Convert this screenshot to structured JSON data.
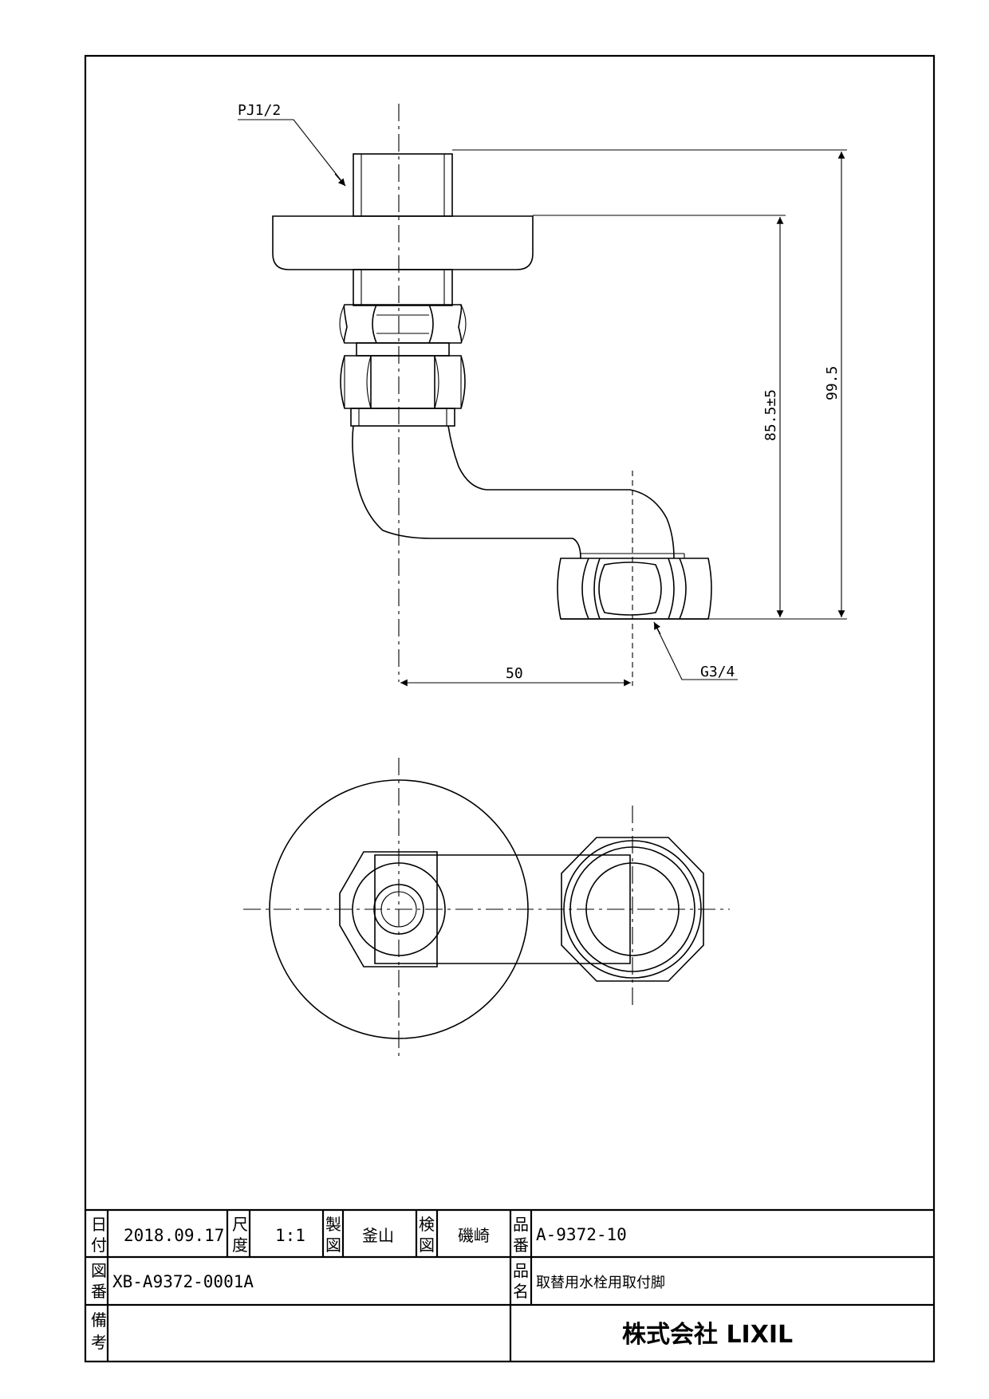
{
  "drawing": {
    "thread_top": "PJ1/2",
    "thread_bottom": "G3/4",
    "dim_horizontal": "50",
    "dim_vertical_inner": "85.5±5",
    "dim_vertical_outer": "99.5"
  },
  "title_block": {
    "date_label_1": "日",
    "date_label_2": "付",
    "date": "2018.09.17",
    "scale_label_1": "尺",
    "scale_label_2": "度",
    "scale": "1:1",
    "drawn_label_1": "製",
    "drawn_label_2": "図",
    "drawn_by": "釜山",
    "checked_label_1": "検",
    "checked_label_2": "図",
    "checked_by": "磯崎",
    "part_no_label_1": "品",
    "part_no_label_2": "番",
    "part_no": "A-9372-10",
    "drawing_no_label_1": "図",
    "drawing_no_label_2": "番",
    "drawing_no": "XB-A9372-0001A",
    "part_name_label_1": "品",
    "part_name_label_2": "名",
    "part_name": "取替用水栓用取付脚",
    "remarks_label_1": "備",
    "remarks_label_2": "考",
    "remarks": "",
    "company": "株式会社 LIXIL"
  }
}
